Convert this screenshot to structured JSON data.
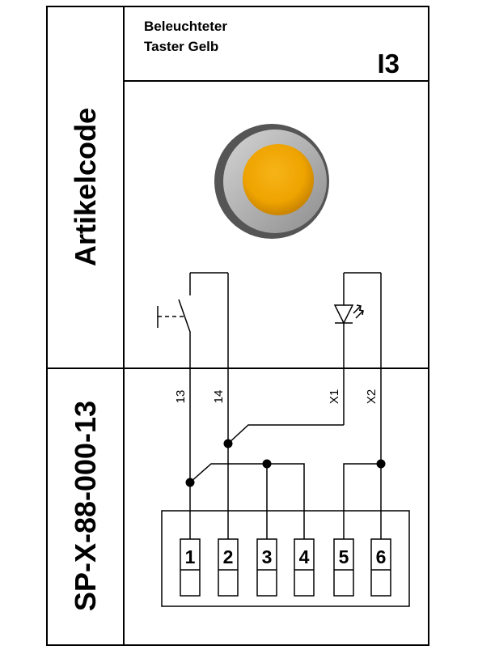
{
  "header": {
    "title_line1": "Beleuchteter",
    "title_line2": "Taster Gelb",
    "code": "I3"
  },
  "side": {
    "upper_label": "Artikelcode",
    "lower_label": "SP-X-88-000-13"
  },
  "wire_labels": [
    "13",
    "14",
    "X1",
    "X2"
  ],
  "terminals": [
    "1",
    "2",
    "3",
    "4",
    "5",
    "6"
  ],
  "colors": {
    "button_cap": "#f0a800",
    "button_ring": "#a8a8a8",
    "lines": "#000000"
  },
  "icons": [
    "illuminated-push-button-image",
    "push-button-switch-symbol",
    "led-symbol"
  ]
}
